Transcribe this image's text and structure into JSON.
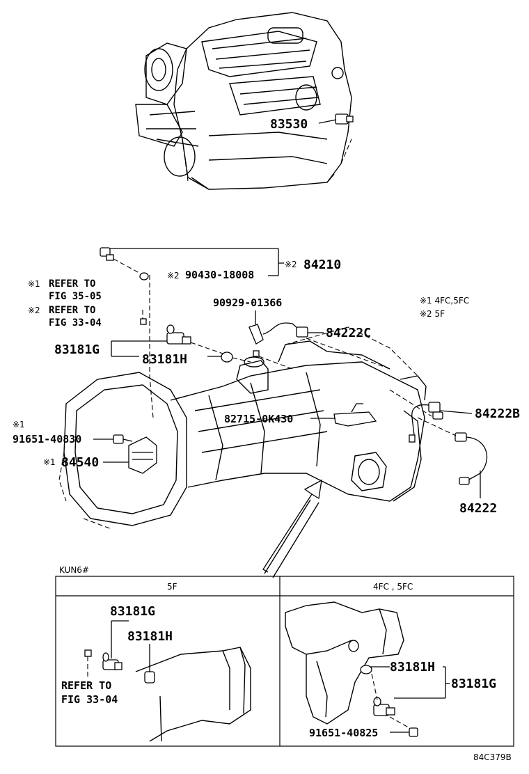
{
  "legend": {
    "note1": "※1 4FC,5FC",
    "note2": "※2 5F"
  },
  "refs": {
    "refer1_mark": "※1",
    "refer1_line1": "REFER TO",
    "refer1_line2": "FIG 35-05",
    "refer2_mark": "※2",
    "refer2_line1": "REFER TO",
    "refer2_line2": "FIG 33-04"
  },
  "parts": {
    "p83530": "83530",
    "p84210_mark": "※2",
    "p84210": "84210",
    "p90430_mark": "※2",
    "p90430": "90430-18008",
    "p90929": "90929-01366",
    "p84222C": "84222C",
    "p83181G": "83181G",
    "p83181H": "83181H",
    "p82715": "82715-0K430",
    "p84222B": "84222B",
    "p91651_mark": "※1",
    "p91651": "91651-40830",
    "p84540_mark": "※1",
    "p84540": "84540",
    "p84222": "84222"
  },
  "inset": {
    "title": "KUN6#",
    "col_left": "5F",
    "col_right": "4FC , 5FC",
    "left_83181G": "83181G",
    "left_83181H": "83181H",
    "left_refer_line1": "REFER TO",
    "left_refer_line2": "FIG 33-04",
    "right_83181H": "83181H",
    "right_83181G": "83181G",
    "right_91651": "91651-40825"
  },
  "figure_id": "84C379B"
}
